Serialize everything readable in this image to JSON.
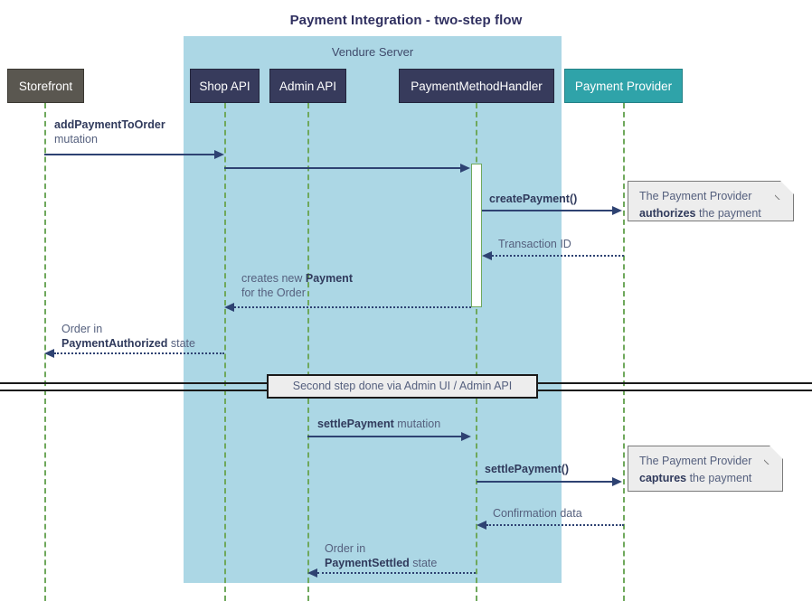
{
  "title": "Payment Integration - two-step flow",
  "group": {
    "label": "Vendure Server"
  },
  "participants": [
    {
      "name": "storefront",
      "label": "Storefront",
      "color": "#5A5750"
    },
    {
      "name": "shop-api",
      "label": "Shop API",
      "color": "#373B5C"
    },
    {
      "name": "admin-api",
      "label": "Admin API",
      "color": "#373B5C"
    },
    {
      "name": "pmh",
      "label": "PaymentMethodHandler",
      "color": "#373B5C"
    },
    {
      "name": "provider",
      "label": "Payment Provider",
      "color": "#2FA3A9"
    }
  ],
  "messages": [
    {
      "id": "add-payment-to-order",
      "from": "storefront",
      "to": "shop-api",
      "bold": "addPaymentToOrder",
      "rest": "mutation",
      "style": "solid"
    },
    {
      "id": "shop-to-handler",
      "from": "shop-api",
      "to": "pmh",
      "bold": "",
      "rest": "",
      "style": "solid"
    },
    {
      "id": "create-payment",
      "from": "pmh",
      "to": "provider",
      "bold": "createPayment()",
      "rest": "",
      "style": "solid"
    },
    {
      "id": "transaction-id",
      "from": "provider",
      "to": "pmh",
      "bold": "",
      "rest": "Transaction ID",
      "style": "dotted"
    },
    {
      "id": "creates-new-payment",
      "from": "pmh",
      "to": "shop-api",
      "line1a": "creates new ",
      "line1b": "Payment",
      "line2": "for the Order",
      "style": "dotted"
    },
    {
      "id": "order-payment-authorized",
      "from": "shop-api",
      "to": "storefront",
      "line1": "Order in",
      "line2b": "PaymentAuthorized",
      "line2rest": " state",
      "style": "dotted"
    },
    {
      "id": "settle-payment-mutation",
      "from": "admin-api",
      "to": "pmh",
      "bold": "settlePayment",
      "rest": " mutation",
      "style": "solid"
    },
    {
      "id": "settle-payment-call",
      "from": "pmh",
      "to": "provider",
      "bold": "settlePayment()",
      "rest": "",
      "style": "solid"
    },
    {
      "id": "confirmation-data",
      "from": "provider",
      "to": "pmh",
      "bold": "",
      "rest": "Confirmation data",
      "style": "dotted"
    },
    {
      "id": "order-payment-settled",
      "from": "pmh",
      "to": "admin-api",
      "line1": "Order in",
      "line2b": "PaymentSettled",
      "line2rest": " state",
      "style": "dotted"
    }
  ],
  "notes": [
    {
      "id": "note-authorizes",
      "line1": "The Payment Provider",
      "line2b": "authorizes",
      "line2rest": " the payment"
    },
    {
      "id": "note-captures",
      "line1": "The Payment Provider",
      "line2b": "captures",
      "line2rest": " the payment"
    }
  ],
  "divider": {
    "label": "Second step done via Admin UI / Admin API"
  },
  "colors": {
    "group_background": "#ACD7E5",
    "participant_dark": "#373B5C",
    "participant_gray": "#5A5750",
    "participant_teal": "#2FA3A9",
    "lifeline_green": "#6FA85C",
    "arrow_navy": "#2E4272",
    "note_background": "#EDEDED"
  }
}
